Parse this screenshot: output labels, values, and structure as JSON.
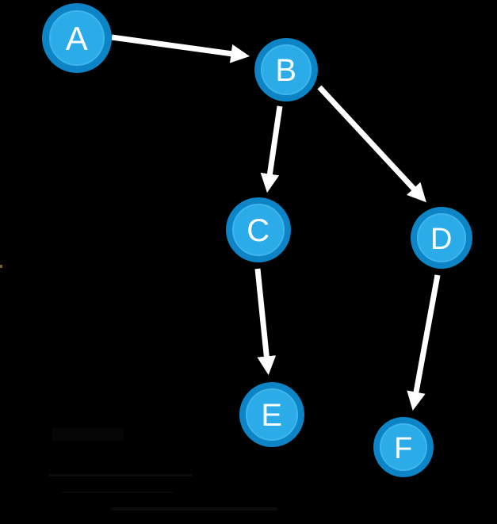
{
  "canvas": {
    "background_color": "#000000"
  },
  "graph": {
    "type": "directed-graph",
    "node_ring_color": "#0c84c6",
    "node_fill_color": "#2bace9",
    "node_label_color": "#fafcfd",
    "edge_color": "#ffffff",
    "nodes": [
      {
        "id": "A",
        "label": "A"
      },
      {
        "id": "B",
        "label": "B"
      },
      {
        "id": "C",
        "label": "C"
      },
      {
        "id": "D",
        "label": "D"
      },
      {
        "id": "E",
        "label": "E"
      },
      {
        "id": "F",
        "label": "F"
      }
    ],
    "edges": [
      {
        "from": "A",
        "to": "B"
      },
      {
        "from": "B",
        "to": "C"
      },
      {
        "from": "B",
        "to": "D"
      },
      {
        "from": "C",
        "to": "E"
      },
      {
        "from": "D",
        "to": "F"
      }
    ]
  }
}
